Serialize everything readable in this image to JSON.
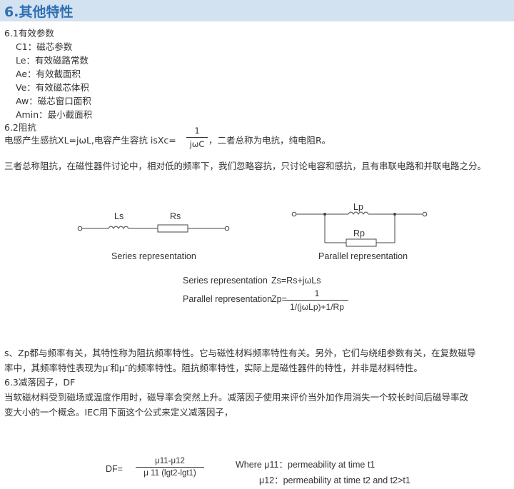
{
  "header": {
    "title": "6.其他特性"
  },
  "section_6_1": {
    "heading": "6.1有效参数",
    "params": [
      {
        "symbol": "C1",
        "desc": "磁芯参数"
      },
      {
        "symbol": "Le",
        "desc": "有效磁路常数"
      },
      {
        "symbol": "Ae",
        "desc": "有效截面积"
      },
      {
        "symbol": "Ve",
        "desc": "有效磁芯体积"
      },
      {
        "symbol": "Aw",
        "desc": "磁芯窗口面积"
      },
      {
        "symbol": "Amin",
        "desc": "最小截面积"
      }
    ]
  },
  "section_6_2": {
    "heading": "6.2阻抗",
    "line1_prefix": "电感产生感抗XL=jωL,电容产生容抗 isXc=",
    "line1_frac_num": "1",
    "line1_frac_den": "jωC",
    "line1_suffix": "，二者总称为电抗，纯电阻R。",
    "paragraph": "三者总称阻抗，在磁性器件讨论中，相对低的频率下，我们忽略容抗，只讨论电容和感抗，且有串联电路和并联电路之分。",
    "series_diagram": {
      "ls_label": "Ls",
      "rs_label": "Rs",
      "caption": "Series representation"
    },
    "parallel_diagram": {
      "lp_label": "Lp",
      "rp_label": "Rp",
      "caption": "Parallel representation"
    },
    "series_formula": {
      "label": "Series representation",
      "expr": "Zs=Rs+jωLs"
    },
    "parallel_formula": {
      "label": "Parallel representation",
      "lhs": "Zp=",
      "num": "1",
      "den": "1/(jωLp)+1/Rp"
    },
    "para_line1": "s、Zp都与频率有关，其特性称为阻抗频率特性。它与磁性材料频率特性有关。另外，它们与绕组参数有关，在复数磁导",
    "para_line2": "率中，其频率特性表现为μ′和μ″的频率特性。阻抗频率特性，实际上是磁性器件的特性，并非是材料特性。"
  },
  "section_6_3": {
    "heading": "6.3减落因子，DF",
    "line1": "当软磁材料受到磁场或温度作用时，磁导率会突然上升。减落因子使用来评价当外加作用消失一个较长时间后磁导率改",
    "line2": "变大小的一个概念。IEC用下面这个公式来定义减落因子，",
    "df_label": "DF=",
    "df_num": "μ11-μ12",
    "df_den": "μ 11 (lgt2-lgt1)",
    "where_line1": "Where μ11：permeability at time t1",
    "where_line2": "μ12：permeability at time t2 and t2>t1"
  }
}
